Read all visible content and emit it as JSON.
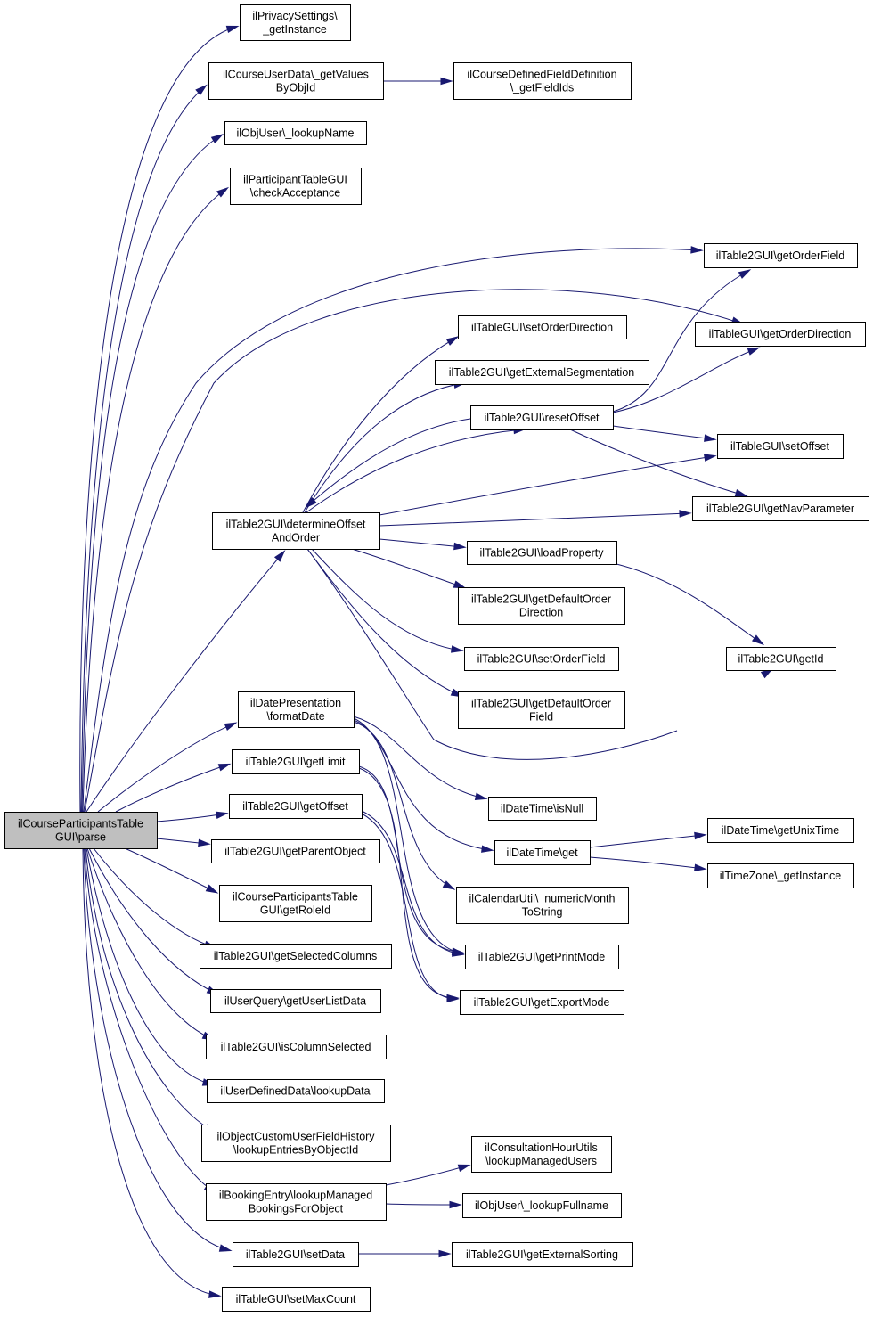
{
  "diagram": {
    "nodes": [
      {
        "id": "root",
        "lines": [
          "ilCourseParticipantsTable",
          "GUI\\parse"
        ],
        "root": true
      },
      {
        "id": "priv",
        "lines": [
          "ilPrivacySettings\\",
          "_getInstance"
        ]
      },
      {
        "id": "cud",
        "lines": [
          "ilCourseUserData\\_getValues",
          "ByObjId"
        ]
      },
      {
        "id": "cdf",
        "lines": [
          "ilCourseDefinedFieldDefinition",
          "\\_getFieldIds"
        ]
      },
      {
        "id": "ouln",
        "lines": [
          "ilObjUser\\_lookupName"
        ]
      },
      {
        "id": "ptca",
        "lines": [
          "ilParticipantTableGUI",
          "\\checkAcceptance"
        ]
      },
      {
        "id": "gof",
        "lines": [
          "ilTable2GUI\\getOrderField"
        ]
      },
      {
        "id": "sod",
        "lines": [
          "ilTableGUI\\setOrderDirection"
        ]
      },
      {
        "id": "god",
        "lines": [
          "ilTableGUI\\getOrderDirection"
        ]
      },
      {
        "id": "ges",
        "lines": [
          "ilTable2GUI\\getExternalSegmentation"
        ]
      },
      {
        "id": "ro",
        "lines": [
          "ilTable2GUI\\resetOffset"
        ]
      },
      {
        "id": "so",
        "lines": [
          "ilTableGUI\\setOffset"
        ]
      },
      {
        "id": "doo",
        "lines": [
          "ilTable2GUI\\determineOffset",
          "AndOrder"
        ]
      },
      {
        "id": "gnp",
        "lines": [
          "ilTable2GUI\\getNavParameter"
        ]
      },
      {
        "id": "lp",
        "lines": [
          "ilTable2GUI\\loadProperty"
        ]
      },
      {
        "id": "gdod",
        "lines": [
          "ilTable2GUI\\getDefaultOrder",
          "Direction"
        ]
      },
      {
        "id": "gid",
        "lines": [
          "ilTable2GUI\\getId"
        ]
      },
      {
        "id": "sof",
        "lines": [
          "ilTable2GUI\\setOrderField"
        ]
      },
      {
        "id": "gdof",
        "lines": [
          "ilTable2GUI\\getDefaultOrder",
          "Field"
        ]
      },
      {
        "id": "dpfd",
        "lines": [
          "ilDatePresentation",
          "\\formatDate"
        ]
      },
      {
        "id": "gl",
        "lines": [
          "ilTable2GUI\\getLimit"
        ]
      },
      {
        "id": "dtn",
        "lines": [
          "ilDateTime\\isNull"
        ]
      },
      {
        "id": "go",
        "lines": [
          "ilTable2GUI\\getOffset"
        ]
      },
      {
        "id": "dtget",
        "lines": [
          "ilDateTime\\get"
        ]
      },
      {
        "id": "dtgut",
        "lines": [
          "ilDateTime\\getUnixTime"
        ]
      },
      {
        "id": "gpo",
        "lines": [
          "ilTable2GUI\\getParentObject"
        ]
      },
      {
        "id": "tzgi",
        "lines": [
          "ilTimeZone\\_getInstance"
        ]
      },
      {
        "id": "cunm",
        "lines": [
          "ilCalendarUtil\\_numericMonth",
          "ToString"
        ]
      },
      {
        "id": "cptri",
        "lines": [
          "ilCourseParticipantsTable",
          "GUI\\getRoleId"
        ]
      },
      {
        "id": "gsc",
        "lines": [
          "ilTable2GUI\\getSelectedColumns"
        ]
      },
      {
        "id": "gpm",
        "lines": [
          "ilTable2GUI\\getPrintMode"
        ]
      },
      {
        "id": "uqgul",
        "lines": [
          "ilUserQuery\\getUserListData"
        ]
      },
      {
        "id": "gem",
        "lines": [
          "ilTable2GUI\\getExportMode"
        ]
      },
      {
        "id": "ics",
        "lines": [
          "ilTable2GUI\\isColumnSelected"
        ]
      },
      {
        "id": "udld",
        "lines": [
          "ilUserDefinedData\\lookupData"
        ]
      },
      {
        "id": "ocuf",
        "lines": [
          "ilObjectCustomUserFieldHistory",
          "\\lookupEntriesByObjectId"
        ]
      },
      {
        "id": "chlmu",
        "lines": [
          "ilConsultationHourUtils",
          "\\lookupManagedUsers"
        ]
      },
      {
        "id": "belm",
        "lines": [
          "ilBookingEntry\\lookupManaged",
          "BookingsForObject"
        ]
      },
      {
        "id": "oulfn",
        "lines": [
          "ilObjUser\\_lookupFullname"
        ]
      },
      {
        "id": "sd",
        "lines": [
          "ilTable2GUI\\setData"
        ]
      },
      {
        "id": "gext",
        "lines": [
          "ilTable2GUI\\getExternalSorting"
        ]
      },
      {
        "id": "smc",
        "lines": [
          "ilTableGUI\\setMaxCount"
        ]
      }
    ],
    "edges": [
      [
        "root",
        "priv"
      ],
      [
        "root",
        "cud"
      ],
      [
        "root",
        "ouln"
      ],
      [
        "root",
        "ptca"
      ],
      [
        "root",
        "gof"
      ],
      [
        "root",
        "god"
      ],
      [
        "root",
        "doo"
      ],
      [
        "root",
        "dpfd"
      ],
      [
        "root",
        "gl"
      ],
      [
        "root",
        "go"
      ],
      [
        "root",
        "gpo"
      ],
      [
        "root",
        "cptri"
      ],
      [
        "root",
        "gsc"
      ],
      [
        "root",
        "uqgul"
      ],
      [
        "root",
        "ics"
      ],
      [
        "root",
        "udld"
      ],
      [
        "root",
        "ocuf"
      ],
      [
        "root",
        "belm"
      ],
      [
        "root",
        "sd"
      ],
      [
        "root",
        "smc"
      ],
      [
        "cud",
        "cdf"
      ],
      [
        "doo",
        "sod"
      ],
      [
        "doo",
        "ges"
      ],
      [
        "doo",
        "ro"
      ],
      [
        "doo",
        "so"
      ],
      [
        "doo",
        "gnp"
      ],
      [
        "doo",
        "lp"
      ],
      [
        "doo",
        "gdod"
      ],
      [
        "doo",
        "sof"
      ],
      [
        "doo",
        "gdof"
      ],
      [
        "doo",
        "gid"
      ],
      [
        "ro",
        "doo"
      ],
      [
        "ro",
        "gof"
      ],
      [
        "ro",
        "god"
      ],
      [
        "ro",
        "so"
      ],
      [
        "ro",
        "gnp"
      ],
      [
        "lp",
        "gid"
      ],
      [
        "dpfd",
        "dtn"
      ],
      [
        "dpfd",
        "dtget"
      ],
      [
        "dpfd",
        "cunm"
      ],
      [
        "dpfd",
        "gpm"
      ],
      [
        "dtget",
        "dtgut"
      ],
      [
        "dtget",
        "tzgi"
      ],
      [
        "gl",
        "gpm"
      ],
      [
        "gl",
        "gem"
      ],
      [
        "go",
        "gpm"
      ],
      [
        "go",
        "gem"
      ],
      [
        "belm",
        "chlmu"
      ],
      [
        "belm",
        "oulfn"
      ],
      [
        "sd",
        "gext"
      ]
    ]
  }
}
